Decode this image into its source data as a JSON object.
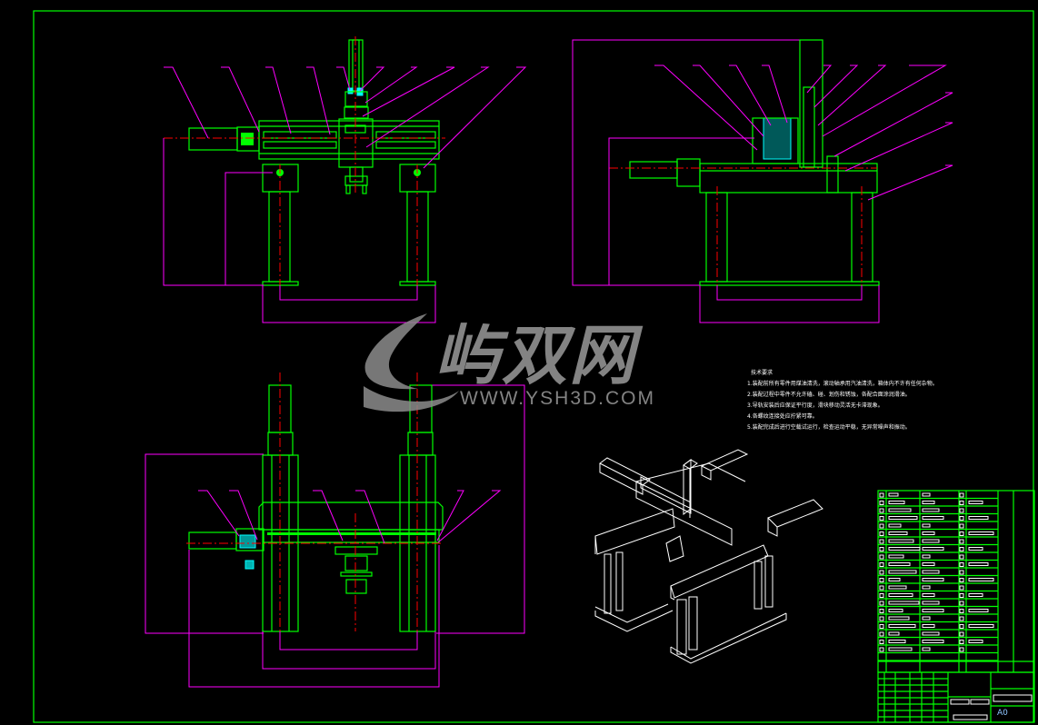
{
  "drawing": {
    "sheet_size": "A0",
    "colors": {
      "outline": "#00ff00",
      "dimension": "#ff00ff",
      "centerline": "#ff0000",
      "section": "#00ffff",
      "iso": "#ffffff"
    }
  },
  "watermark": {
    "brand": "屿双网",
    "url": "WWW.YSH3D.COM"
  },
  "notes": {
    "title": "技术要求",
    "items": [
      "1.装配前所有零件用煤油清洗，滚动轴承用汽油清洗，箱体内不许有任何杂物。",
      "2.装配过程中零件不允许磕、碰、划伤和锈蚀，各配合面涂润滑油。",
      "3.导轨安装后应保证平行度，滑块移动灵活无卡滞现象。",
      "4.各螺纹连接处应拧紧可靠。",
      "5.装配完成后进行空载试运行，检查运动平稳，无异常噪声和振动。"
    ]
  }
}
